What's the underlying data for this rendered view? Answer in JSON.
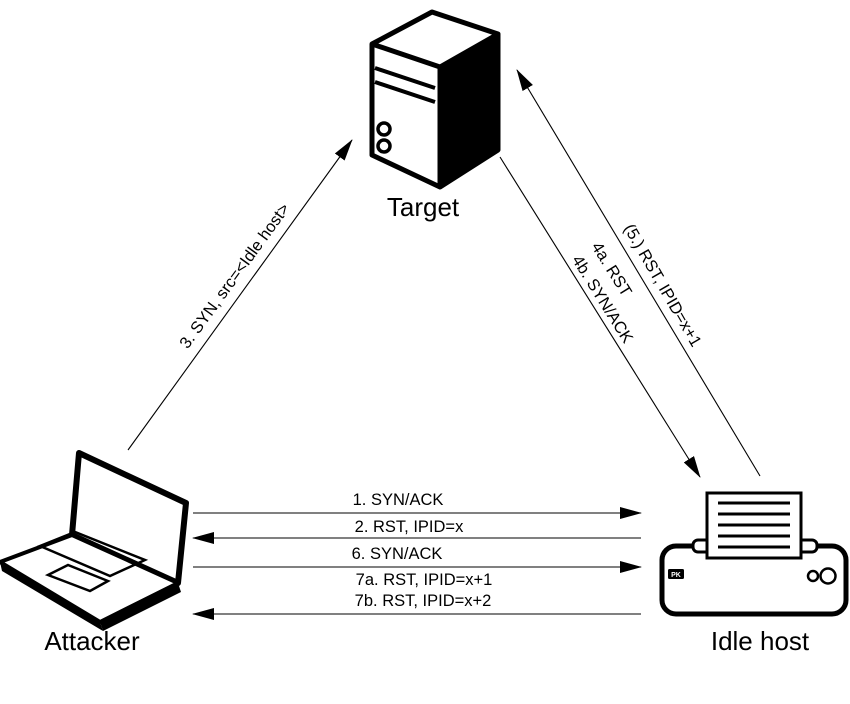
{
  "nodes": {
    "target": {
      "label": "Target",
      "icon": "server-icon"
    },
    "attacker": {
      "label": "Attacker",
      "icon": "laptop-icon"
    },
    "idle_host": {
      "label": "Idle host",
      "icon": "printer-icon",
      "printer_badge": "PK"
    }
  },
  "edges": {
    "step1": "1. SYN/ACK",
    "step2": "2. RST, IPID=x",
    "step6": "6. SYN/ACK",
    "step7a": "7a. RST, IPID=x+1",
    "step7b": "7b. RST, IPID=x+2",
    "step3": "3. SYN, src=<Idle host>",
    "step4a": "4a. RST",
    "step4b": "4b. SYN/ACK",
    "step5": "(5.) RST, IPID=x+1"
  },
  "colors": {
    "stroke": "#000000",
    "background": "#ffffff"
  }
}
